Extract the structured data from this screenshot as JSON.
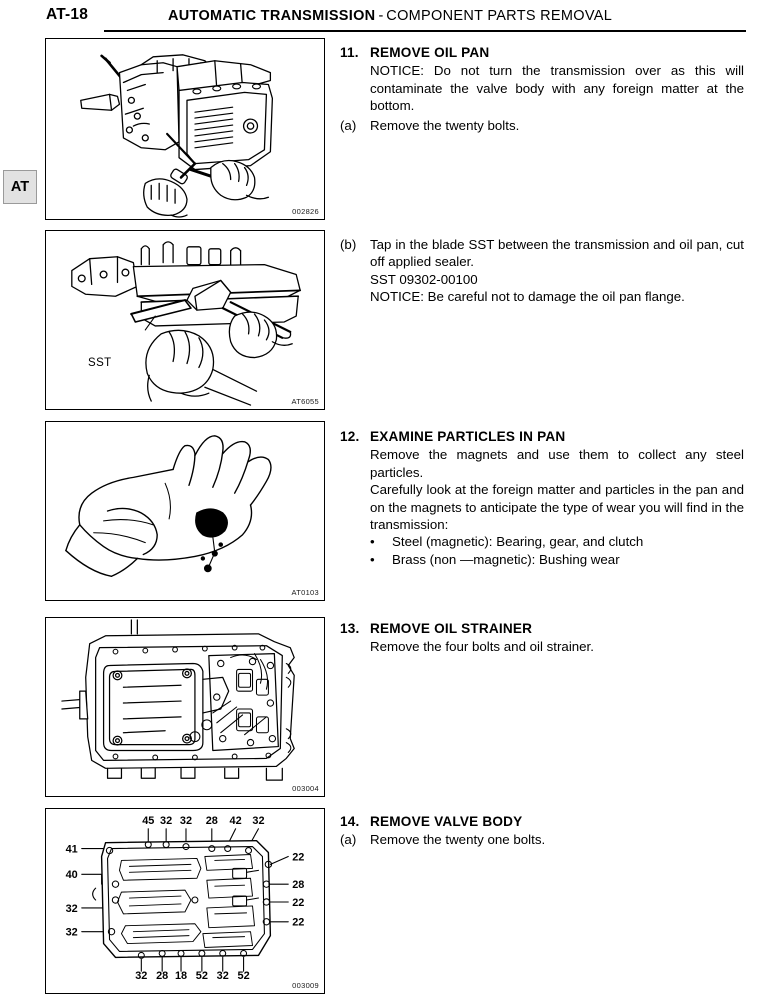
{
  "header": {
    "page_number": "AT-18",
    "title_main": "AUTOMATIC TRANSMISSION",
    "title_dash": "-",
    "title_sub": "COMPONENT PARTS REMOVAL"
  },
  "section_tab": {
    "label": "AT"
  },
  "figures": [
    {
      "id": "002826",
      "caption_labels": []
    },
    {
      "id": "AT6055",
      "caption_labels": [
        "SST"
      ]
    },
    {
      "id": "AT0103",
      "caption_labels": []
    },
    {
      "id": "003004",
      "caption_labels": []
    },
    {
      "id": "003009",
      "caption_labels": []
    }
  ],
  "valve_body_callouts": {
    "top": [
      "45",
      "32",
      "32",
      "28",
      "42",
      "32"
    ],
    "bottom": [
      "32",
      "28",
      "18",
      "52",
      "32",
      "52"
    ],
    "left": [
      "41",
      "40",
      "32",
      "32"
    ],
    "right": [
      "22",
      "28",
      "22",
      "22"
    ]
  },
  "steps": [
    {
      "number": "11.",
      "title": "REMOVE OIL PAN",
      "notice": "NOTICE: Do not turn the transmission over as this will contaminate the valve body with any foreign matter at the bottom.",
      "sub_letter": "(a)",
      "sub_text": "Remove the twenty bolts."
    },
    {
      "letter": "(b)",
      "line1": "Tap in the blade SST between the transmission and oil pan, cut off applied sealer.",
      "line2": "SST 09302-00100",
      "line3": "NOTICE: Be careful not to damage the oil pan flange."
    },
    {
      "number": "12.",
      "title": "EXAMINE PARTICLES IN PAN",
      "para1": "Remove the magnets and use them to collect any steel particles.",
      "para2": "Carefully look at the foreign matter and particles in the pan and on the magnets to anticipate the type of wear you will find in the transmission:",
      "bullet_char": "•",
      "bullets": [
        "Steel (magnetic): Bearing, gear, and clutch",
        "Brass (non —magnetic): Bushing wear"
      ]
    },
    {
      "number": "13.",
      "title": "REMOVE OIL STRAINER",
      "body": "Remove the four bolts and oil strainer."
    },
    {
      "number": "14.",
      "title": "REMOVE VALVE BODY",
      "sub_letter": "(a)",
      "sub_text": "Remove the twenty one bolts."
    }
  ]
}
